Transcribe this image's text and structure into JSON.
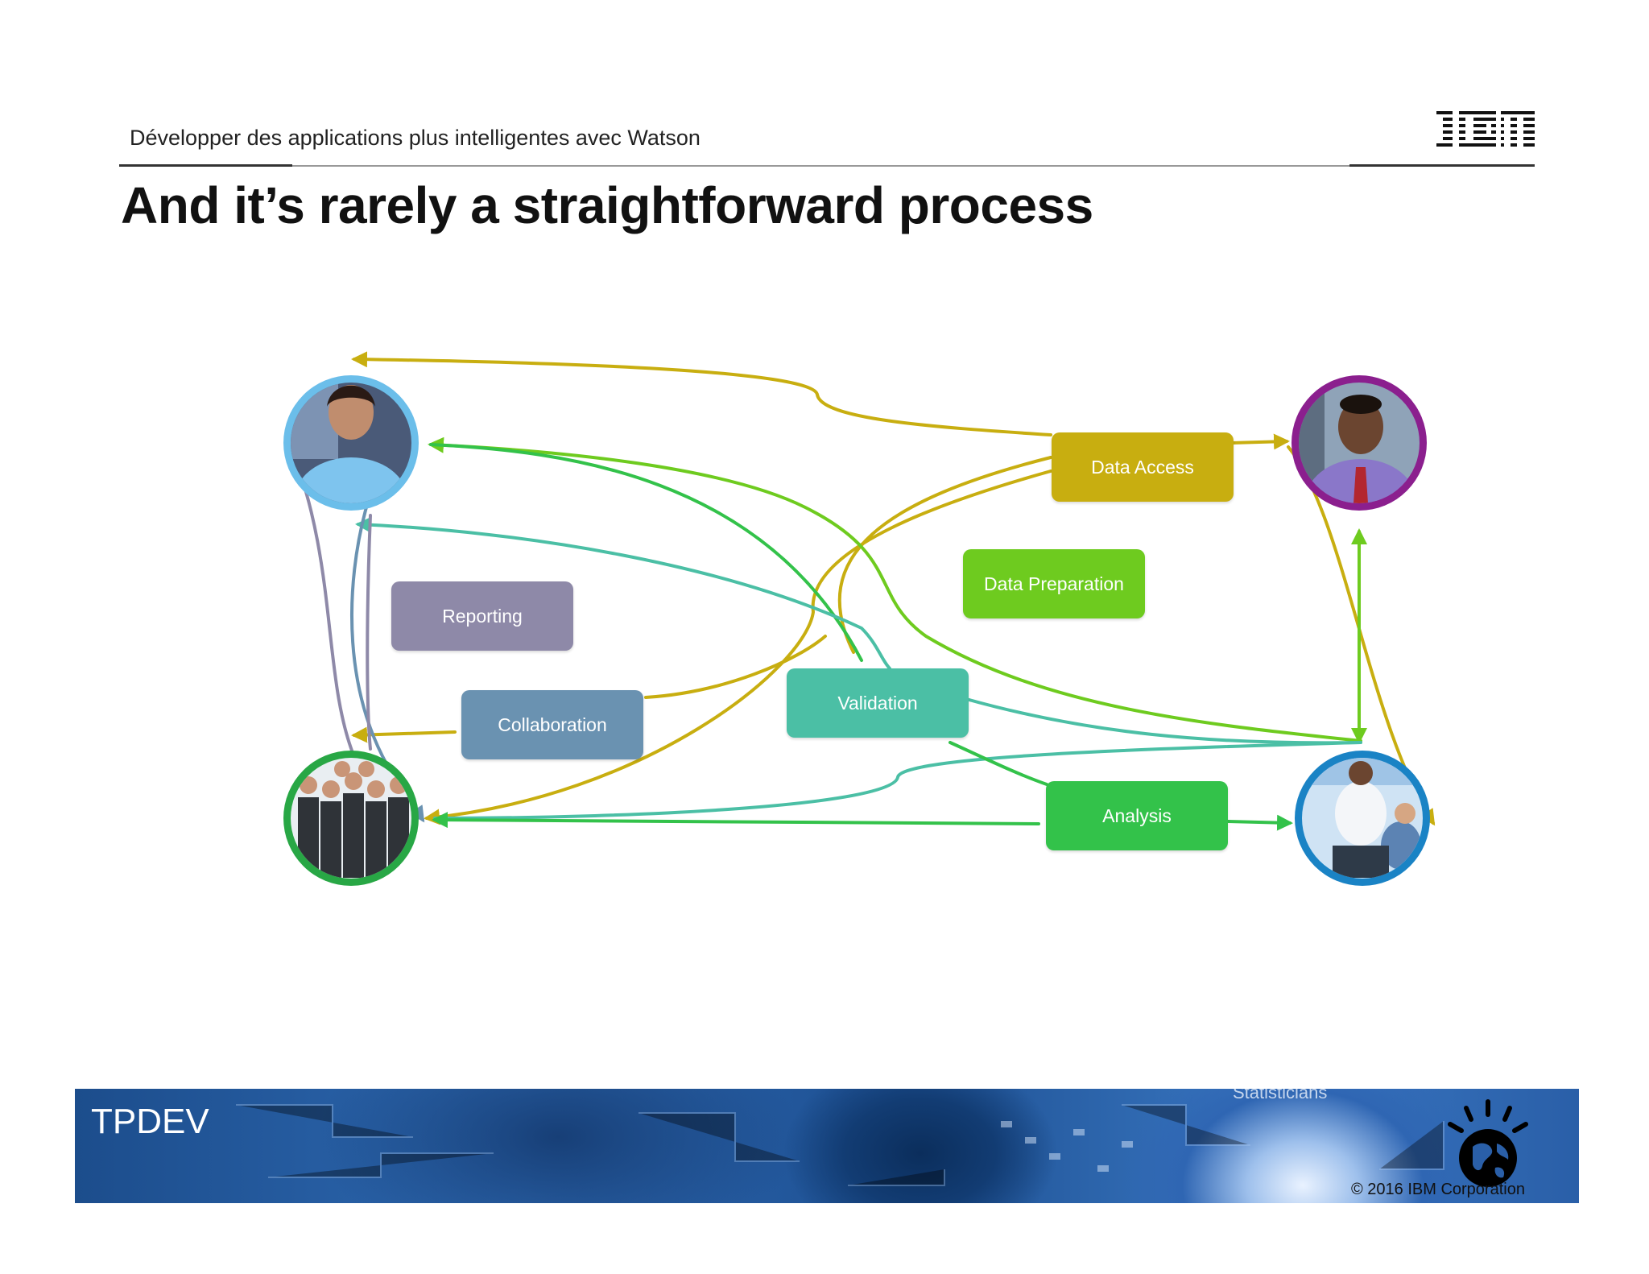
{
  "header": {
    "subtitle": "Développer des applications plus intelligentes avec Watson",
    "logo_text": "IBM"
  },
  "slide": {
    "title": "And it’s rarely a straightforward process"
  },
  "diagram": {
    "boxes": [
      {
        "id": "data-access",
        "label": "Data Access",
        "color": "#C8AE10"
      },
      {
        "id": "data-preparation",
        "label": "Data Preparation",
        "color": "#6ECB1F"
      },
      {
        "id": "reporting",
        "label": "Reporting",
        "color": "#8E89A8"
      },
      {
        "id": "collaboration",
        "label": "Collaboration",
        "color": "#6A92B1"
      },
      {
        "id": "validation",
        "label": "Validation",
        "color": "#4BBFA5"
      },
      {
        "id": "analysis",
        "label": "Analysis",
        "color": "#33C24A"
      }
    ],
    "people": [
      {
        "id": "top-left",
        "ring": "#6BBEEA"
      },
      {
        "id": "top-right",
        "ring": "#8B1F8E"
      },
      {
        "id": "bottom-left",
        "ring": "#28A745"
      },
      {
        "id": "bottom-right",
        "ring": "#1A83C5"
      }
    ]
  },
  "footer": {
    "label": "TPDEV",
    "ghost_text": "Statisticians",
    "copyright": "© 2016 IBM Corporation"
  }
}
